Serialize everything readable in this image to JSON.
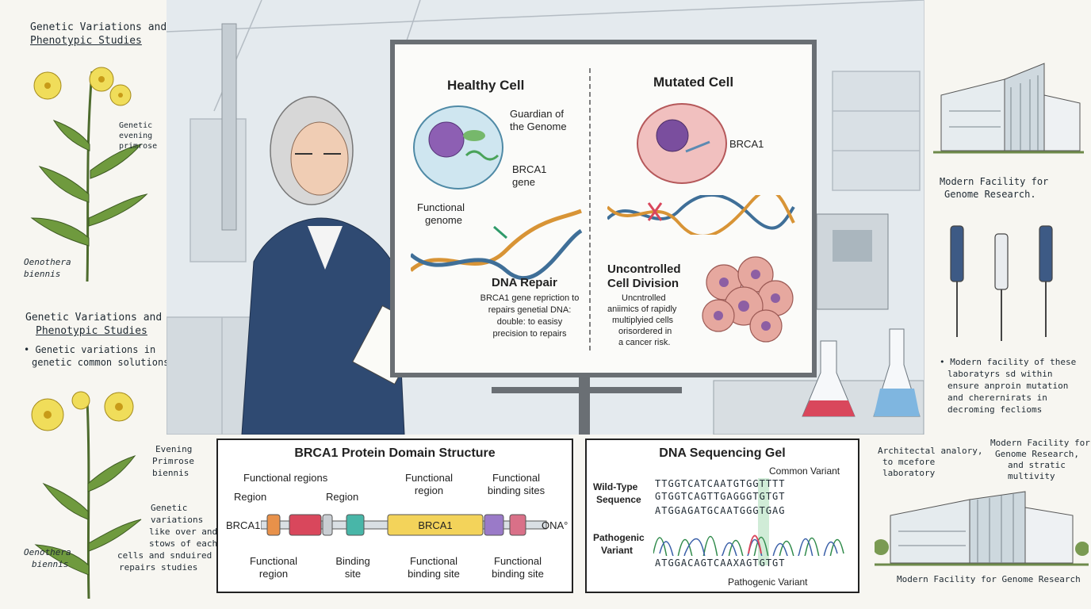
{
  "left_top": {
    "title_line1": "Genetic Variations and",
    "title_line2": "Phenotypic Studies",
    "label_plant_l1": "Genetic",
    "label_plant_l2": "evening",
    "label_plant_l3": "primrose",
    "latin_l1": "Oenothera",
    "latin_l2": "biennis"
  },
  "left_bottom": {
    "title_line1": "Genetic Variations and",
    "title_line2": "Phenotypic Studies",
    "bullet_l1": "• Genetic variations in",
    "bullet_l2": "genetic common solutions",
    "common_l1": "Evening",
    "common_l2": "Primrose",
    "common_l3": "biennis",
    "note_l1": "Genetic",
    "note_l2": "variations",
    "note_l3": "like over and",
    "note_l4": "stows of each",
    "note_l5": "cells and snduired",
    "note_l6": "repairs studies",
    "latin_l1": "Oenothera",
    "latin_l2": "biennis"
  },
  "board": {
    "healthy": {
      "title": "Healthy Cell",
      "guardian_l1": "Guardian of",
      "guardian_l2": "the Genome",
      "gene_l1": "BRCA1",
      "gene_l2": "gene",
      "functional_l1": "Functional",
      "functional_l2": "genome",
      "repair_title": "DNA Repair",
      "repair_l1": "BRCA1 gene repriction to",
      "repair_l2": "repairs genetial DNA:",
      "repair_l3": "double: to easisy",
      "repair_l4": "precision to repairs"
    },
    "mutated": {
      "title": "Mutated Cell",
      "gene": "BRCA1",
      "division_l1": "Uncontrolled",
      "division_l2": "Cell Division",
      "desc_l1": "Uncntrolled",
      "desc_l2": "aniimics of rapidly",
      "desc_l3": "multiplyied cells",
      "desc_l4": "orisordered in",
      "desc_l5": "a cancer risk."
    }
  },
  "right_top": {
    "facility_l1": "Modern Facility for",
    "facility_l2": "Genome Research.",
    "bullet_l1": "• Modern facility of these",
    "bullet_l2": "laboratyrs sd within",
    "bullet_l3": "ensure anproin mutation",
    "bullet_l4": "and cherernirats in",
    "bullet_l5": "decroming feclioms"
  },
  "protein": {
    "title": "BRCA1 Protein Domain Structure",
    "functional_regions": "Functional regions",
    "region_a": "Region",
    "region_b": "Region",
    "functional_region_top_l1": "Functional",
    "functional_region_top_l2": "region",
    "binding_sites_top_l1": "Functional",
    "binding_sites_top_l2": "binding sites",
    "left_end": "BRCA1",
    "center_domain": "BRCA1",
    "right_end": "ONA°",
    "bottom_functional_region_l1": "Functional",
    "bottom_functional_region_l2": "region",
    "binding_site_l1": "Binding",
    "binding_site_l2": "site",
    "functional_binding_site_l1": "Functional",
    "functional_binding_site_l2": "binding site",
    "functional_binding_site2_l1": "Functional",
    "functional_binding_site2_l2": "binding site"
  },
  "gel": {
    "title": "DNA Sequencing Gel",
    "common_variant": "Common Variant",
    "wild_type_l1": "Wild-Type",
    "wild_type_l2": "Sequence",
    "seq1": "TTGGTCATCAATGTGGTTTT",
    "seq2": "GTGGTCAGTTGAGGGTGTGT",
    "seq3": "ATGGAGATGCAATGGGTGAG",
    "pathogenic_l1": "Pathogenic",
    "pathogenic_l2": "Variant",
    "seq4": "ATGGACAGTCAAXAGTGTGT",
    "pathogenic_variant": "Pathogenic Variant"
  },
  "right_bottom": {
    "arch_l1": "Architectal analory,",
    "arch_l2": "to mcefore",
    "arch_l3": "laboratory",
    "facility_l1": "Modern Facility for",
    "facility_l2": "Genome Research,",
    "facility_l3": "and stratic",
    "facility_l4": "multivity",
    "caption": "Modern Facility for Genome Research"
  },
  "colors": {
    "orange_domain": "#e8914a",
    "red_domain": "#d9475c",
    "teal_domain": "#48b6a8",
    "yellow_domain": "#f3d35a",
    "purple_domain": "#9a7ac8",
    "pink_domain": "#d97088",
    "healthy_cell": "#cfe6f0",
    "mutated_cell": "#f1c0bf",
    "flower_yellow": "#f0dd5a"
  }
}
